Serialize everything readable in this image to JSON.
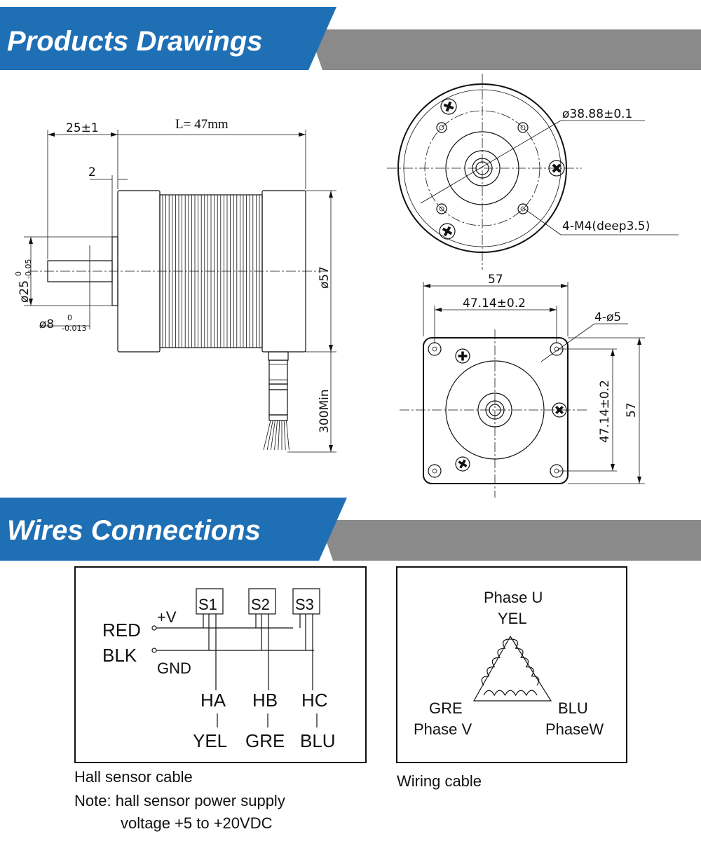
{
  "headers": {
    "products": "Products Drawings",
    "wires": "Wires Connections"
  },
  "side_view": {
    "shaft_length": "25±1",
    "body_length": "L= 47mm",
    "flange": "2",
    "flange_dia": "ø25",
    "flange_tol_top": "0",
    "flange_tol_bottom": "-0.05",
    "shaft_dia": "ø8",
    "shaft_tol_top": "0",
    "shaft_tol_bottom": "-0.013",
    "body_dia": "ø57",
    "lead_length": "300Min"
  },
  "front_view": {
    "bolt_circle": "ø38.88±0.1",
    "thread": "4-M4(deep3.5)"
  },
  "square_view": {
    "width": "57",
    "hole_spacing_h": "47.14±0.2",
    "holes": "4-ø5",
    "hole_spacing_v": "47.14±0.2",
    "height": "57"
  },
  "hall": {
    "sensors": [
      "S1",
      "S2",
      "S3"
    ],
    "plus_v": "+V",
    "gnd": "GND",
    "red": "RED",
    "blk": "BLK",
    "outputs": [
      "HA",
      "HB",
      "HC"
    ],
    "colors": [
      "YEL",
      "GRE",
      "BLU"
    ],
    "caption": "Hall sensor cable",
    "note_line1": "Note: hall sensor power supply",
    "note_line2": "voltage +5 to +20VDC"
  },
  "phase": {
    "u_name": "Phase U",
    "u_color": "YEL",
    "v_color": "GRE",
    "v_name": "Phase V",
    "w_color": "BLU",
    "w_name": "PhaseW",
    "caption": "Wiring cable"
  },
  "colors": {
    "header_blue": "#1f6fb5",
    "header_gray": "#8a8a8a"
  }
}
